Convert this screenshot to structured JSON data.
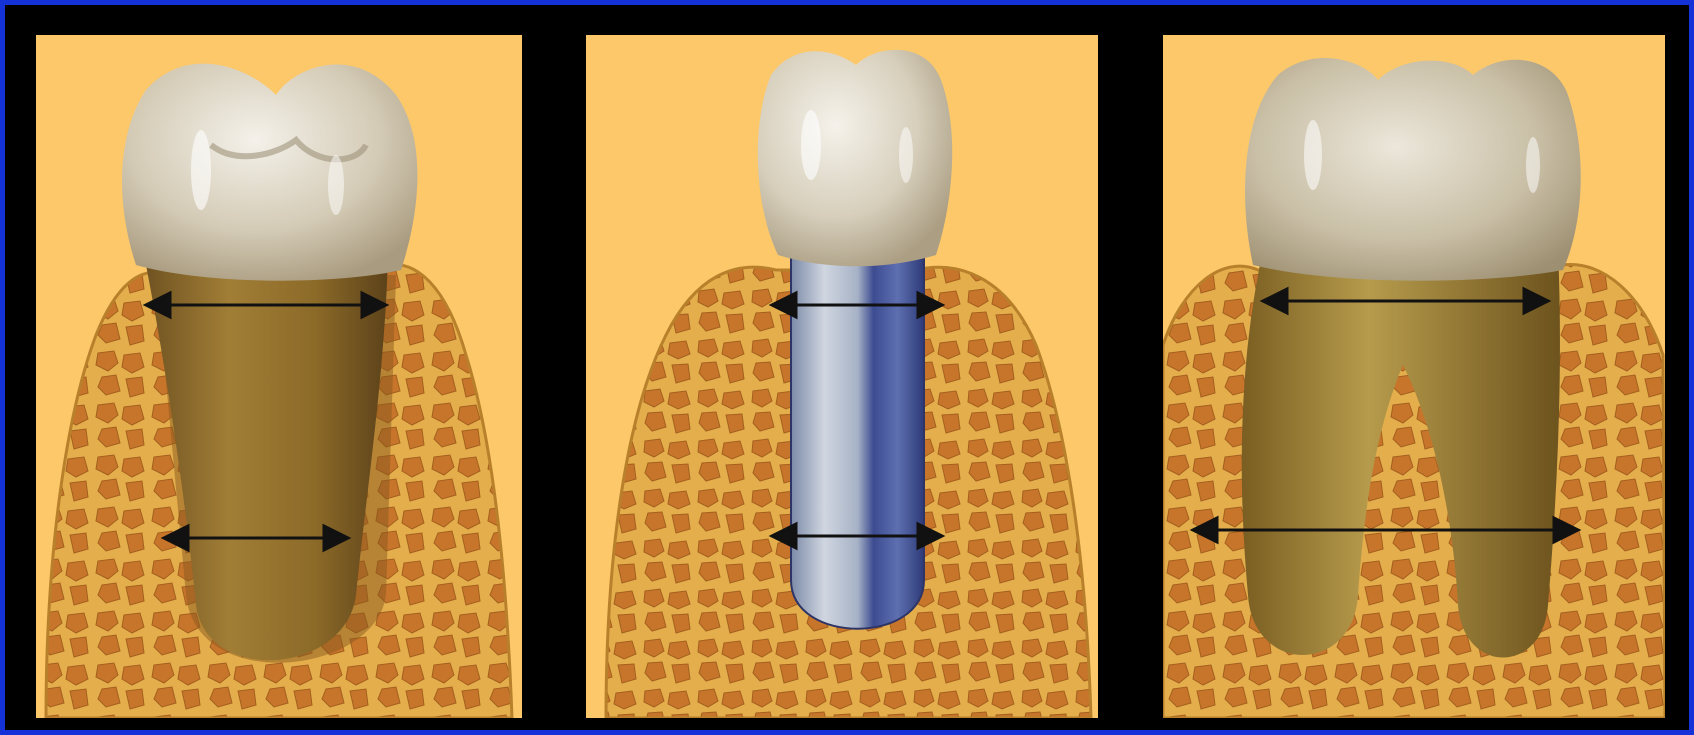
{
  "colors": {
    "frame_border": "#1432d8",
    "background": "#000000",
    "panel_bg": "#fcc86a",
    "bone": "#e3ae4b",
    "bone_edge": "#b9802c",
    "bone_pore": "#c7752a",
    "crown": "#ddd5c0",
    "root": "#96742e",
    "implant": "#a8b4c8",
    "implant_dark": "#3d4c92",
    "arrow": "#111111"
  },
  "panels": [
    {
      "id": "natural-single-root-tooth",
      "icon": "single-root-molar"
    },
    {
      "id": "dental-implant",
      "icon": "implant-with-crown"
    },
    {
      "id": "natural-two-root-molar",
      "icon": "two-root-molar"
    }
  ]
}
